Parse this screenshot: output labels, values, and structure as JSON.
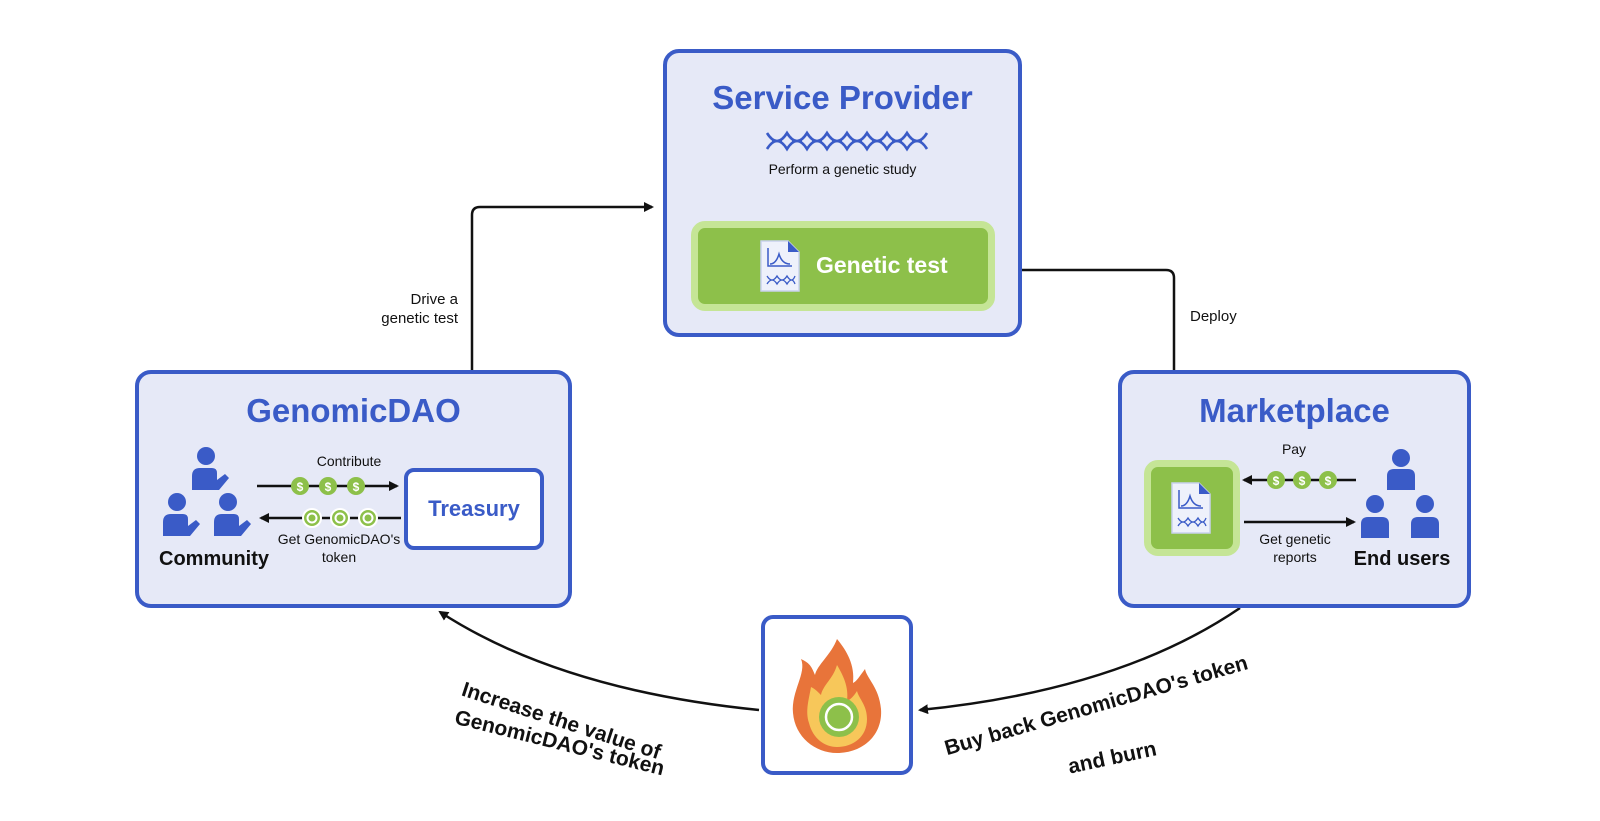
{
  "service_provider": {
    "title": "Service Provider",
    "study_label": "Perform a genetic study",
    "genetic_test_label": "Genetic test"
  },
  "genomicdao": {
    "title": "GenomicDAO",
    "community_label": "Community",
    "contribute_label": "Contribute",
    "get_token_label_line1": "Get GenomicDAO's",
    "get_token_label_line2": "token",
    "treasury_label": "Treasury"
  },
  "marketplace": {
    "title": "Marketplace",
    "pay_label": "Pay",
    "reports_label_line1": "Get genetic",
    "reports_label_line2": "reports",
    "end_users_label": "End users"
  },
  "flows": {
    "drive_line1": "Drive a",
    "drive_line2": "genetic test",
    "deploy": "Deploy",
    "increase_line1": "Increase the value of",
    "increase_line2": "GenomicDAO's token",
    "buyback_line1": "Buy back GenomicDAO's token",
    "buyback_line2": "and burn"
  },
  "icons": {
    "coin": "dollar-coin-icon",
    "token": "token-ring-icon",
    "dna": "dna-icon",
    "report": "report-document-icon",
    "people": "people-icon",
    "fire": "fire-icon"
  },
  "colors": {
    "primary_blue": "#3a5bc7",
    "box_fill": "#e6e9f7",
    "green": "#8dc04a",
    "light_green": "#c5e596",
    "flame_outer": "#e8743a",
    "flame_inner": "#f7c75a"
  }
}
